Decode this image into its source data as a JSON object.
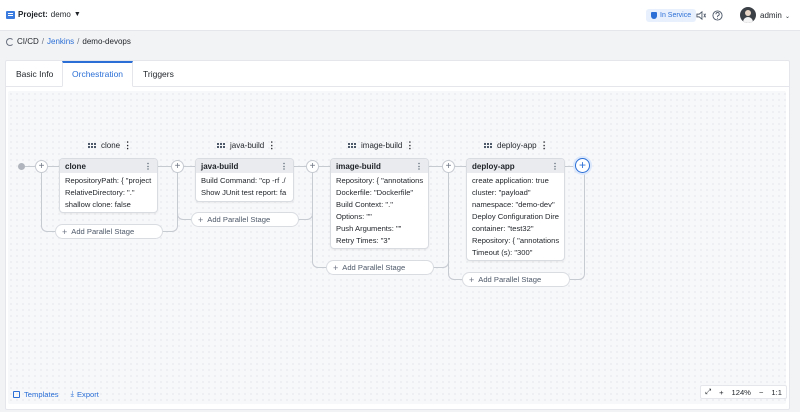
{
  "header": {
    "project_label": "Project:",
    "project_value": "demo",
    "status_badge": "In Service",
    "user_name": "admin"
  },
  "breadcrumb": {
    "root": "CI/CD",
    "items": [
      "Jenkins",
      "demo-devops"
    ]
  },
  "tabs": [
    {
      "label": "Basic Info"
    },
    {
      "label": "Orchestration",
      "active": true
    },
    {
      "label": "Triggers"
    }
  ],
  "stages": [
    {
      "name": "clone",
      "task": {
        "title": "clone",
        "lines": [
          "RepositoryPath: { \"project",
          "RelativeDirectory: \".\"",
          "shallow clone: false"
        ]
      },
      "add_parallel": "Add Parallel Stage"
    },
    {
      "name": "java-build",
      "task": {
        "title": "java-build",
        "lines": [
          "Build Command: \"cp -rf ./",
          "Show JUnit test report: fa"
        ]
      },
      "add_parallel": "Add Parallel Stage"
    },
    {
      "name": "image-build",
      "task": {
        "title": "image-build",
        "lines": [
          "Repository: { \"annotations",
          "Dockerfile: \"Dockerfile\"",
          "Build Context: \".\"",
          "Options: \"\"",
          "Push Arguments: \"\"",
          "Retry Times: \"3\""
        ]
      },
      "add_parallel": "Add Parallel Stage"
    },
    {
      "name": "deploy-app",
      "task": {
        "title": "deploy-app",
        "lines": [
          "create application: true",
          "cluster: \"payload\"",
          "namespace: \"demo-dev\"",
          "Deploy Configuration Dire",
          "container: \"test32\"",
          "Repository: { \"annotations",
          "Timeout (s): \"300\""
        ]
      },
      "add_parallel": "Add Parallel Stage"
    }
  ],
  "footer": {
    "templates_label": "Templates",
    "export_label": "Export",
    "zoom_level": "124%"
  },
  "icons": {
    "project": "folder-icon",
    "status": "shield-icon",
    "volume": "speaker-icon",
    "help": "question-icon"
  },
  "colors": {
    "accent": "#2b6fd6",
    "badge_bg": "#e8f0fd"
  }
}
